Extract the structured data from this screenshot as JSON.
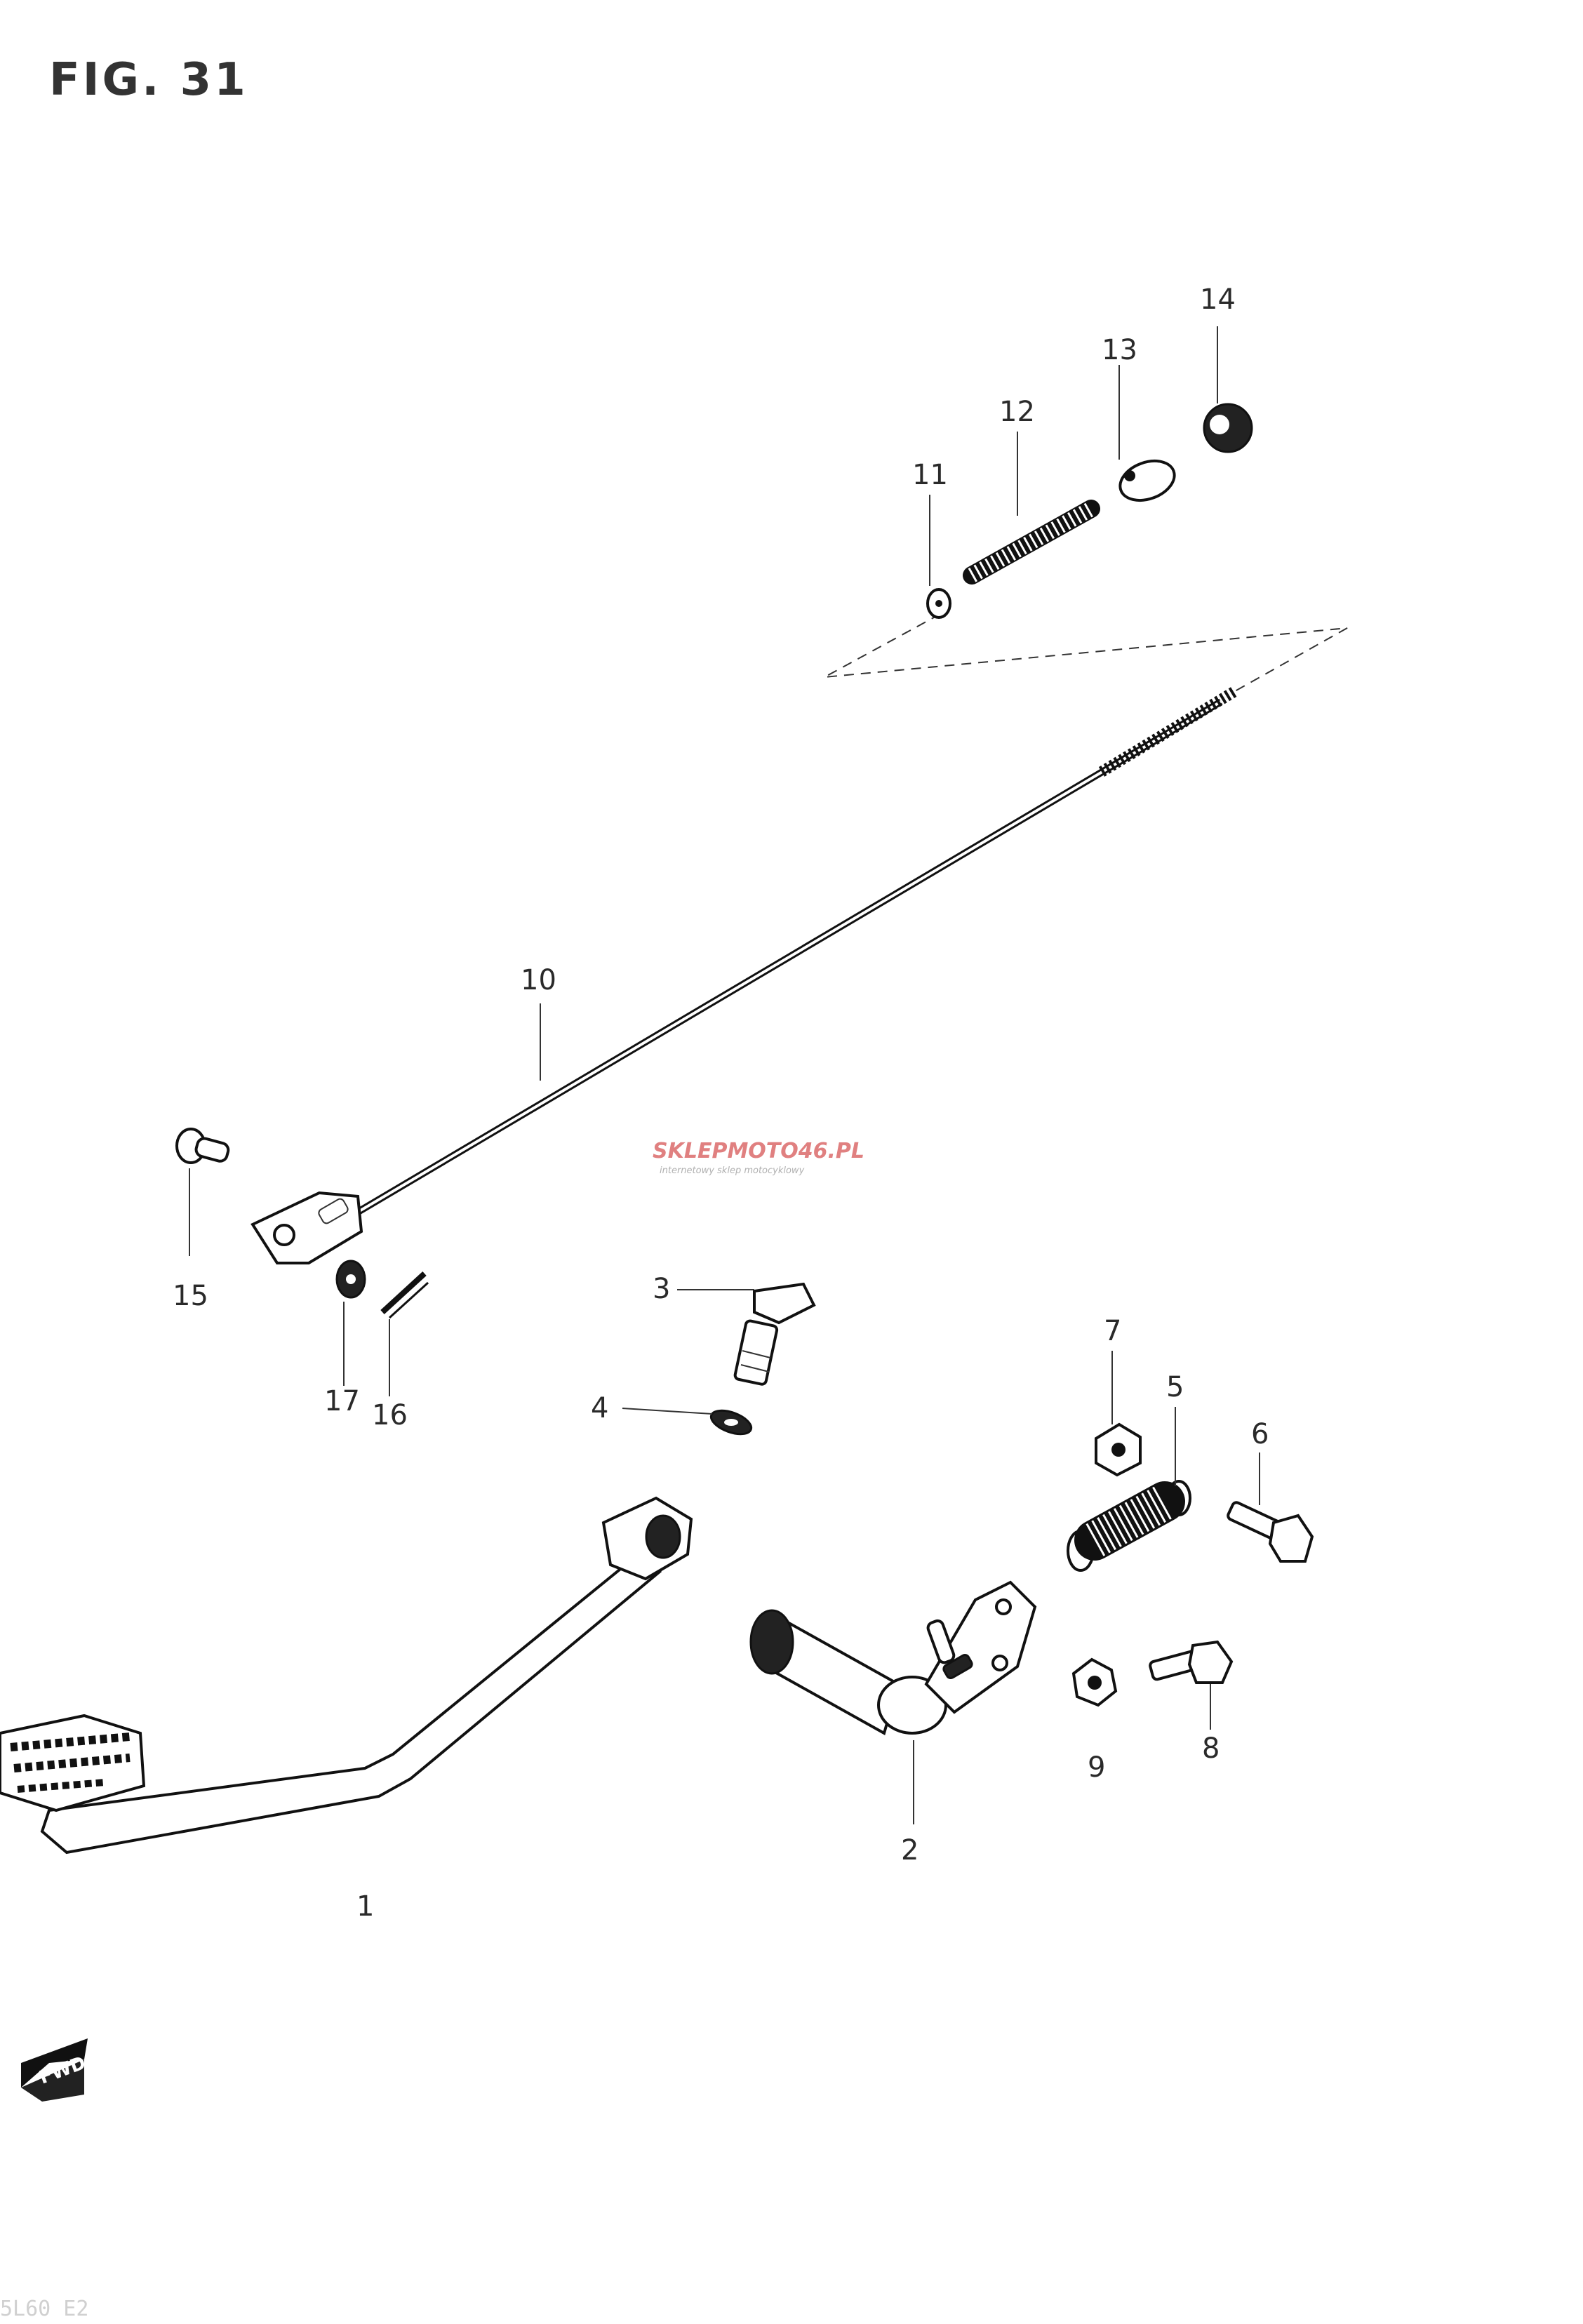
{
  "figure": {
    "title": "FIG. 31"
  },
  "watermark": {
    "brand": "SKLEPMOTO46.PL",
    "tagline": "internetowy sklep motocyklowy"
  },
  "forward_mark": {
    "label": "FWD"
  },
  "footer_code": "5L60 E2",
  "callouts": [
    {
      "number": "1",
      "part": "brake-pedal"
    },
    {
      "number": "2",
      "part": "pedal-shaft-and-arm"
    },
    {
      "number": "3",
      "part": "bolt"
    },
    {
      "number": "4",
      "part": "washer"
    },
    {
      "number": "5",
      "part": "return-spring"
    },
    {
      "number": "6",
      "part": "bolt"
    },
    {
      "number": "7",
      "part": "nut"
    },
    {
      "number": "8",
      "part": "bolt"
    },
    {
      "number": "9",
      "part": "nut"
    },
    {
      "number": "10",
      "part": "brake-rod"
    },
    {
      "number": "11",
      "part": "washer"
    },
    {
      "number": "12",
      "part": "spring"
    },
    {
      "number": "13",
      "part": "joint"
    },
    {
      "number": "14",
      "part": "adjuster-nut"
    },
    {
      "number": "15",
      "part": "pin"
    },
    {
      "number": "16",
      "part": "cotter-pin"
    },
    {
      "number": "17",
      "part": "washer"
    }
  ]
}
